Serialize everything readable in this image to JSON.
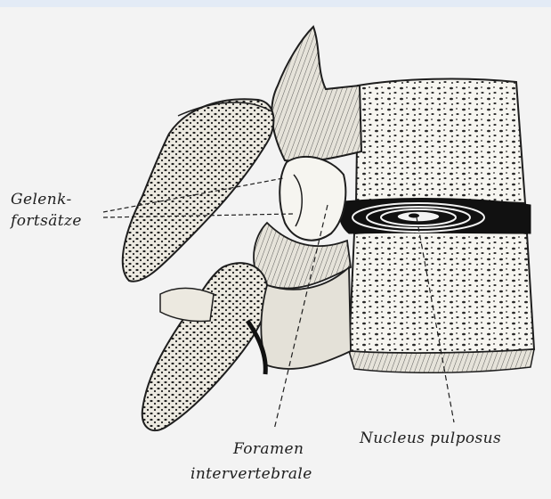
{
  "labels": {
    "gelenk_line1": "Gelenk-",
    "gelenk_line2": "fortsätze",
    "foramen_line1": "Foramen",
    "foramen_line2": "intervertebrale",
    "nucleus": "Nucleus pulposus"
  },
  "colors": {
    "background": "#f3f3f3",
    "top_bar": "#e3ebf6",
    "ink": "#1e1e1e"
  }
}
